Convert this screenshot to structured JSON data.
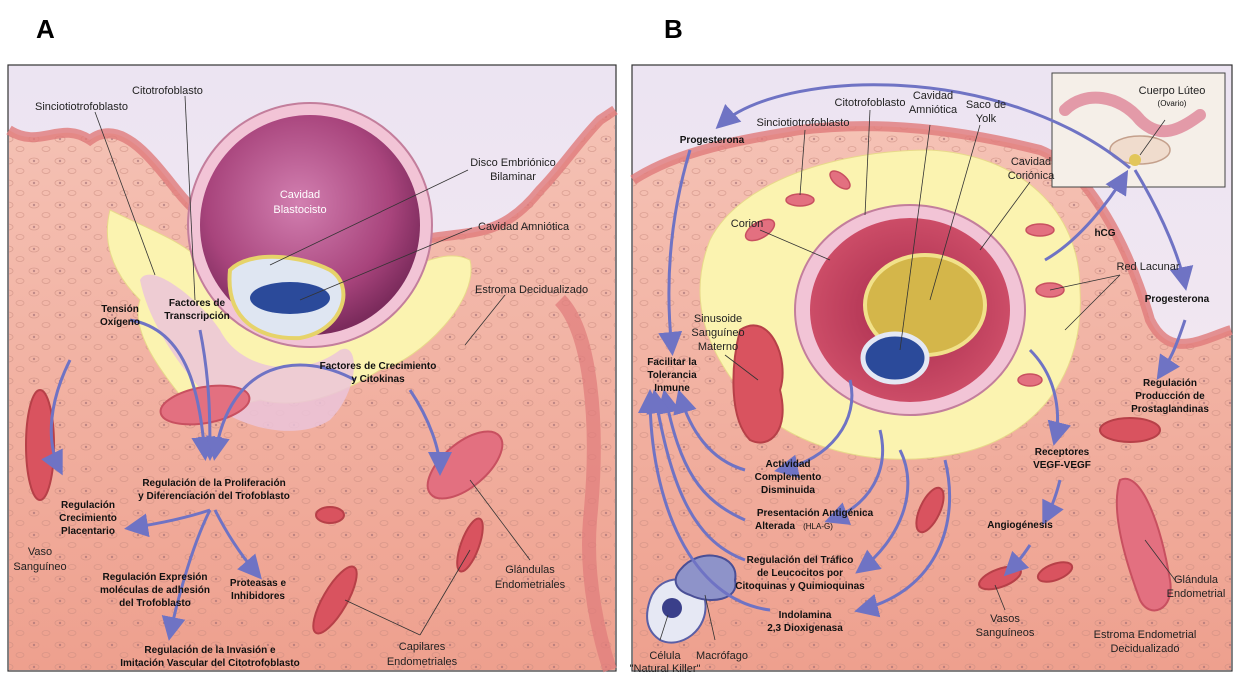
{
  "panels": {
    "a": {
      "letter": "A",
      "labels": {
        "sincitio": "Sinciotiotrofoblasto",
        "citotrofo": "Citotrofoblasto",
        "cavidad_blasto_1": "Cavidad",
        "cavidad_blasto_2": "Blastocisto",
        "disco_1": "Disco Embriónico",
        "disco_2": "Bilaminar",
        "cavidad_amn": "Cavidad Amniótica",
        "estroma": "Estroma Decidualizado",
        "tension_1": "Tensión",
        "tension_2": "Oxígeno",
        "factores_t_1": "Factores de",
        "factores_t_2": "Transcripción",
        "factores_c_1": "Factores de Crecimiento",
        "factores_c_2": "y Citokinas",
        "reg_prolif_1": "Regulación de la Proliferación",
        "reg_prolif_2": "y Diferenciación del Trofoblasto",
        "reg_crec_1": "Regulación",
        "reg_crec_2": "Crecimiento",
        "reg_crec_3": "Placentario",
        "reg_exp_1": "Regulación Expresión",
        "reg_exp_2": "moléculas de adhesión",
        "reg_exp_3": "del Trofoblasto",
        "proteasas_1": "Proteasas e",
        "proteasas_2": "Inhibidores",
        "reg_inv_1": "Regulación de la Invasión e",
        "reg_inv_2": "Imitación Vascular del Citotrofoblasto",
        "vaso_1": "Vaso",
        "vaso_2": "Sanguíneo",
        "glandulas_1": "Glándulas",
        "glandulas_2": "Endometriales",
        "capilares_1": "Capilares",
        "capilares_2": "Endometriales"
      }
    },
    "b": {
      "letter": "B",
      "labels": {
        "citotrofo": "Citotrofoblasto",
        "cav_amn_1": "Cavidad",
        "cav_amn_2": "Amniótica",
        "saco_1": "Saco de",
        "saco_2": "Yolk",
        "cav_cor_1": "Cavidad",
        "cav_cor_2": "Coriónica",
        "cuerpo_1": "Cuerpo Lúteo",
        "cuerpo_2": "(Ovario)",
        "progesterona_top": "Progesterona",
        "sincitio": "Sinciotiotrofoblasto",
        "corion": "Corion",
        "hcg": "hCG",
        "red_lacunar": "Red Lacunar",
        "progesterona_right": "Progesterona",
        "sinusoide_1": "Sinusoide",
        "sinusoide_2": "Sanguíneo",
        "sinusoide_3": "Materno",
        "facilitar_1": "Facilitar la",
        "facilitar_2": "Tolerancia",
        "facilitar_3": "Inmune",
        "reg_prod_1": "Regulación",
        "reg_prod_2": "Producción de",
        "reg_prod_3": "Prostaglandinas",
        "actividad_1": "Actividad",
        "actividad_2": "Complemento",
        "actividad_3": "Disminuida",
        "receptores_1": "Receptores",
        "receptores_2": "VEGF-VEGF",
        "presentacion_1": "Presentación Antigénica",
        "presentacion_2": "Alterada",
        "presentacion_hla": "(HLA-G)",
        "angiogenesis": "Angiogénesis",
        "trafico_1": "Regulación del Tráfico",
        "trafico_2": "de Leucocitos por",
        "trafico_3": "Citoquinas y Quimioquinas",
        "indolamina_1": "Indolamina",
        "indolamina_2": "2,3 Dioxigenasa",
        "glandula_1": "Glándula",
        "glandula_2": "Endometrial",
        "vasos_1": "Vasos",
        "vasos_2": "Sanguíneos",
        "estroma_1": "Estroma Endometrial",
        "estroma_2": "Decidualizado",
        "celula_1": "Célula",
        "celula_2": "\"Natural Killer\"",
        "macrofago": "Macrófago"
      }
    }
  },
  "colors": {
    "arrow": "#6f73c4",
    "tissue": "#f2b3a6",
    "yellow": "#fbf3b0",
    "blastocyst": "#b44d86",
    "embryo_blue": "#2b4a9a"
  }
}
